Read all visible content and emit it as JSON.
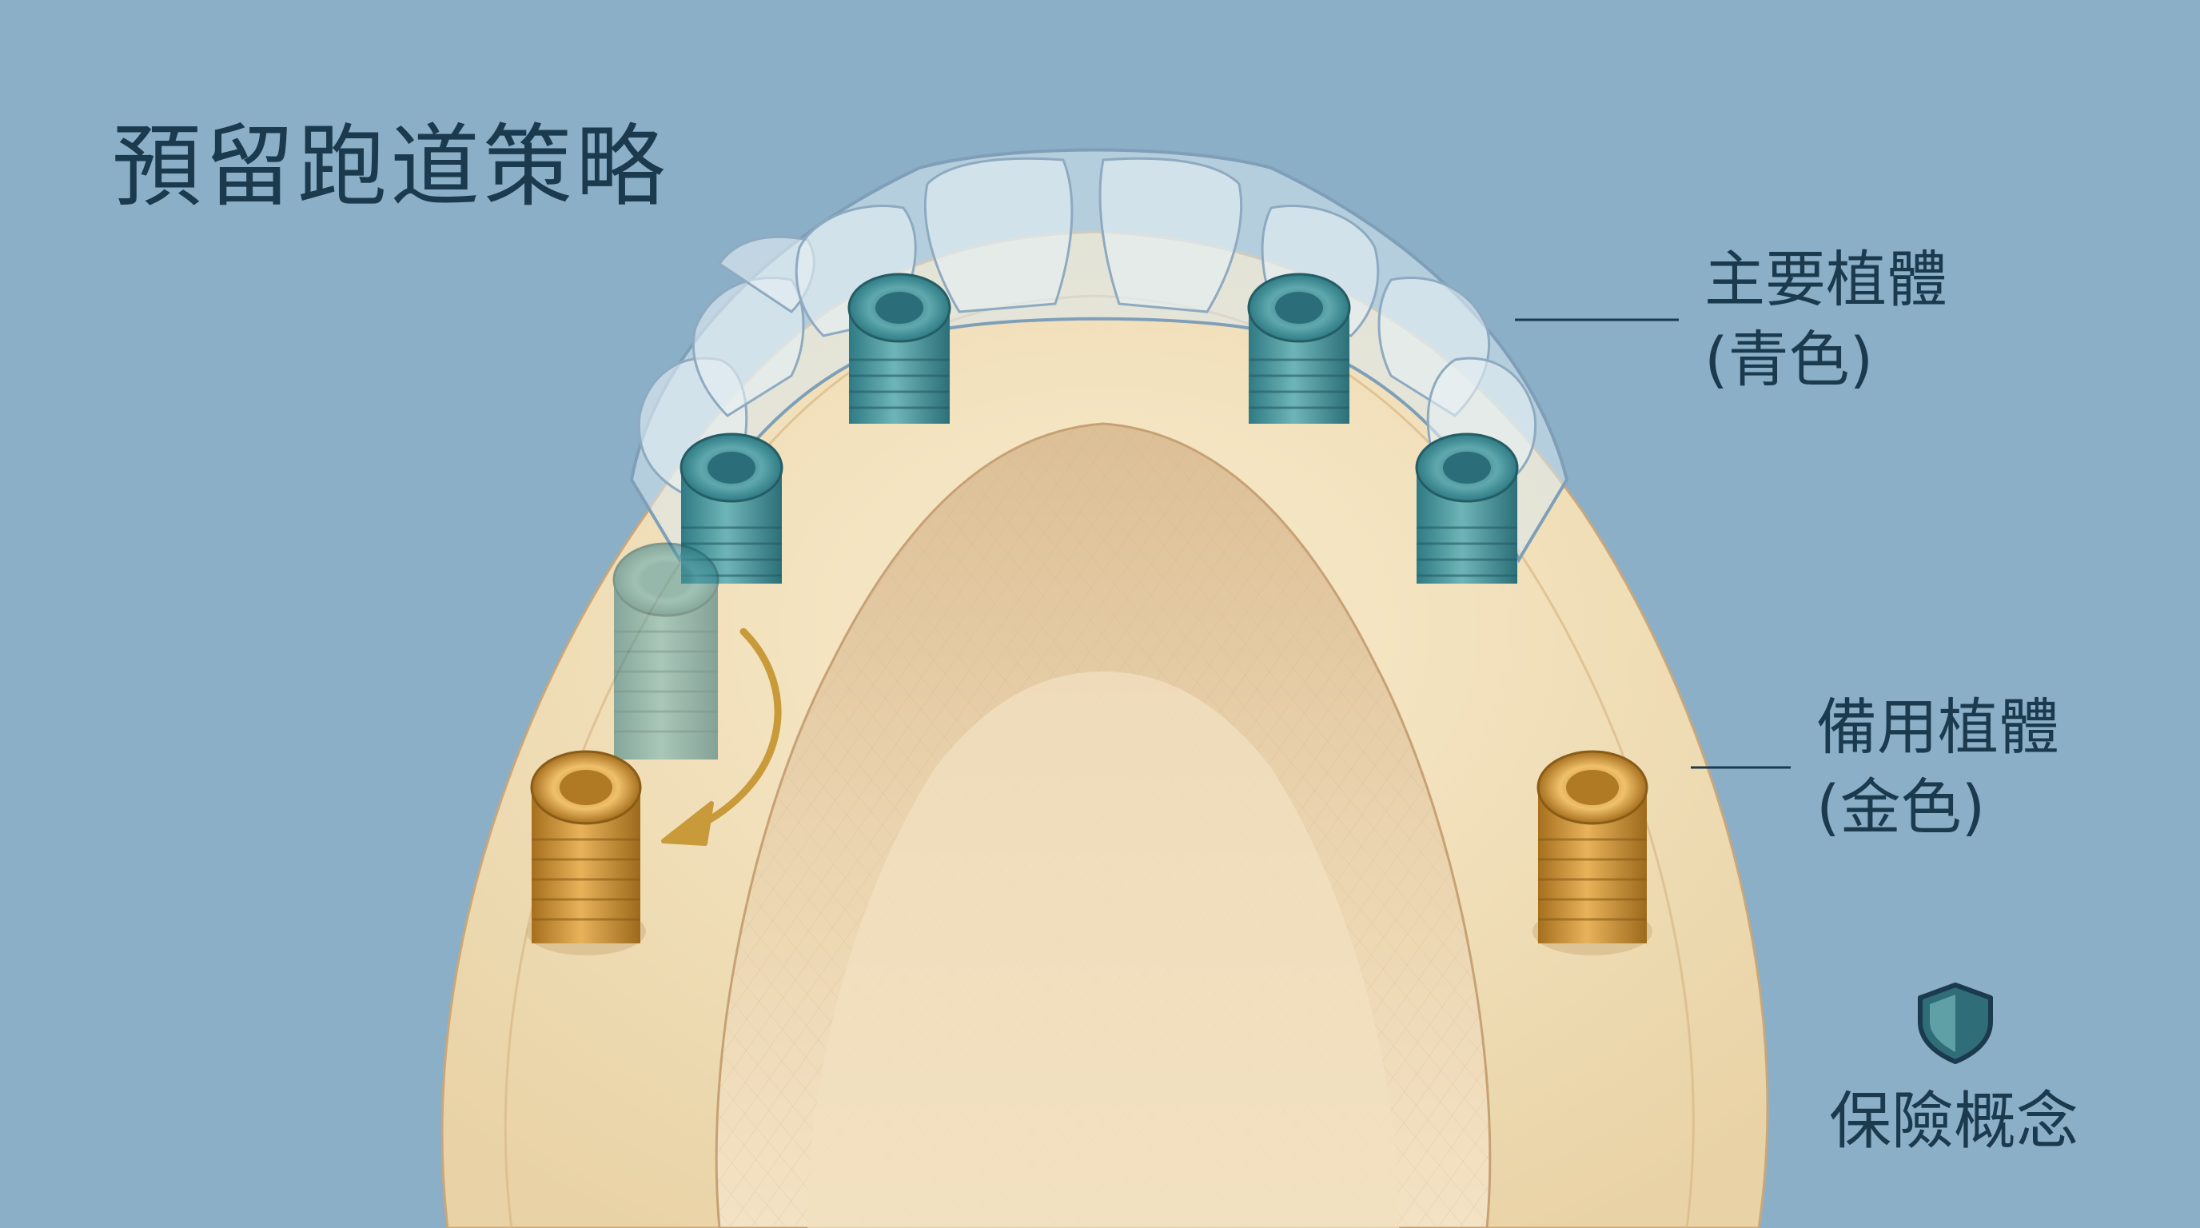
{
  "title": "預留跑道策略",
  "labels": {
    "primary": {
      "line1": "主要植體",
      "line2": "(青色)"
    },
    "backup": {
      "line1": "備用植體",
      "line2": "(金色)"
    },
    "insurance": "保險概念"
  },
  "icons": {
    "insurance": "shield-icon",
    "migration": "curved-arrow-icon"
  },
  "colors": {
    "background": "#8aafc7",
    "text": "#1b3a4e",
    "bone": "#efdcb4",
    "palate": "#e6caa0",
    "primary_implant": "#3f8f97",
    "backup_implant": "#c8902f",
    "arrow": "#c89a3a",
    "prosthesis": "#d8e8f0"
  }
}
